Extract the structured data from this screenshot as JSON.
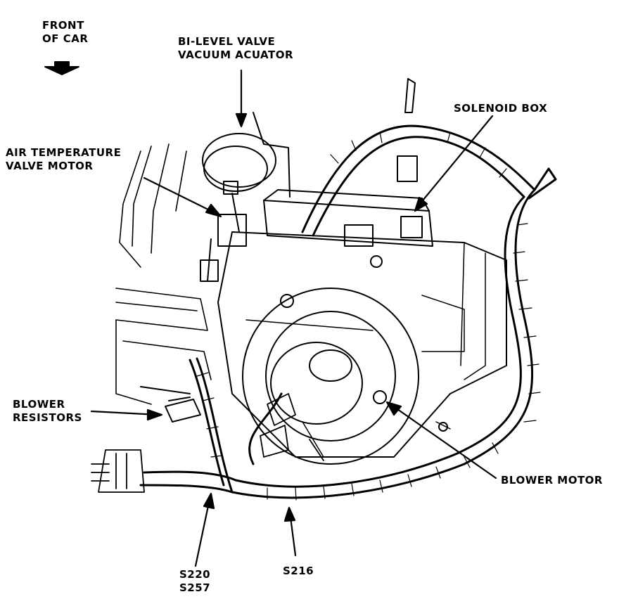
{
  "labels": {
    "front_of_car": [
      "FRONT",
      "OF CAR"
    ],
    "bi_level_valve": [
      "BI-LEVEL VALVE",
      "VACUUM ACUATOR"
    ],
    "solenoid_box": [
      "SOLENOID BOX"
    ],
    "air_temperature_valve_motor": [
      "AIR TEMPERATURE",
      "VALVE MOTOR"
    ],
    "blower_resistors": [
      "BLOWER",
      "RESISTORS"
    ],
    "blower_motor": [
      "BLOWER MOTOR"
    ],
    "splice_s220_s257": [
      "S220",
      "S257"
    ],
    "splice_s216": [
      "S216"
    ]
  },
  "colors": {
    "ink": "#000000",
    "paper": "#ffffff"
  }
}
